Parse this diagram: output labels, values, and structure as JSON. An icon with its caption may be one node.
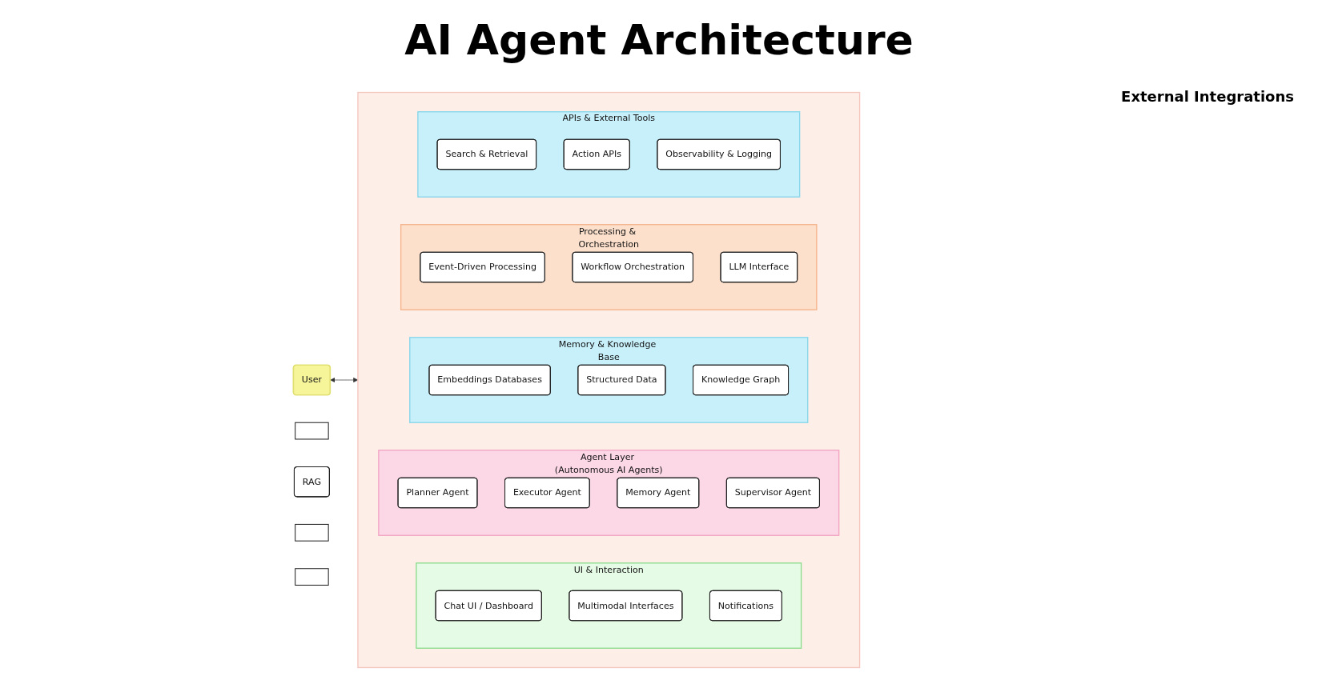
{
  "diagram": {
    "title": "AI Agent Architecture",
    "nodes": [
      {
        "text": [
          "User"
        ]
      },
      {
        "text": [],
        "shape": "box"
      },
      {
        "text": [
          "UI & Interaction"
        ],
        "in": 1
      },
      {
        "text": [
          "Chat UI / Dashboard"
        ],
        "in": 2
      },
      {
        "text": [
          "Multimodal Interfaces"
        ],
        "in": 2
      },
      {
        "text": [
          "Notifications"
        ],
        "in": 2
      },
      {
        "text": [
          "Agent Layer (Autonomous AI Agents)"
        ],
        "in": 1
      },
      {
        "text": [
          "Planner Agent"
        ],
        "in": 6
      },
      {
        "text": [
          "Executor Agent"
        ],
        "in": 6
      },
      {
        "text": [
          "Memory Agent"
        ],
        "in": 6
      },
      {
        "text": [
          "Supervisor Agent"
        ],
        "in": 6
      },
      {
        "text": [
          "Memory & Knowledge Base"
        ],
        "in": 1
      },
      {
        "text": [
          "Embeddings Databases"
        ],
        "in": 11
      },
      {
        "text": [
          "Structured Data"
        ],
        "in": 11
      },
      {
        "text": [
          "Knowledge Graph"
        ],
        "in": 11
      },
      {
        "text": [
          "Processing & Orchestration"
        ],
        "in": 1
      },
      {
        "text": [
          "Event-Driven Processing"
        ],
        "in": 15
      },
      {
        "text": [
          "Workflow Orchestration"
        ],
        "in": 15
      },
      {
        "text": [
          "LLM Interface"
        ],
        "in": 15
      },
      {
        "text": [
          "APIs & External Tools"
        ],
        "in": 1
      },
      {
        "text": [
          "Search & Retrieval"
        ],
        "in": 19
      },
      {
        "text": [
          "Action APIs"
        ],
        "in": 19
      },
      {
        "text": [
          "Observability & Logging"
        ],
        "in": 19
      },
      {
        "text": [],
        "shape": "box"
      },
      {
        "text": [
          "RAG"
        ]
      },
      {
        "text": [],
        "shape": "box"
      },
      {
        "text": [],
        "shape": "box"
      }
    ],
    "edges": [
      {
        "from": 0,
        "to": 1,
        "arrow": "both"
      }
    ],
    "labels": [
      "External Integrations"
    ]
  }
}
